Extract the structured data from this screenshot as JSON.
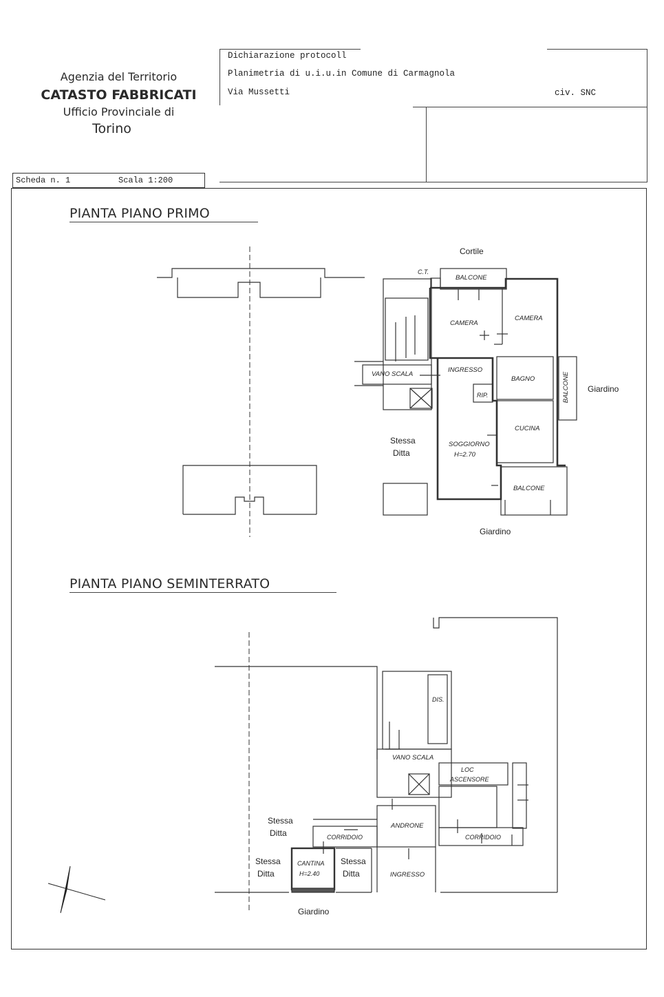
{
  "header": {
    "agency_line1": "Agenzia del Territorio",
    "agency_line2": "CATASTO FABBRICATI",
    "agency_line3": "Ufficio Provinciale di",
    "agency_line4": "Torino",
    "declaration": "Dichiarazione protocoll",
    "planimetry": "Planimetria di u.i.u.in Comune di Carmagnola",
    "street": "Via Mussetti",
    "civic": "civ. SNC",
    "sheet": "Scheda n. 1",
    "scale": "Scala 1:200"
  },
  "plans": {
    "first_floor_title": "PIANTA PIANO PRIMO",
    "basement_title": "PIANTA PIANO SEMINTERRATO"
  },
  "first_floor_labels": {
    "cortile": "Cortile",
    "ct": "C.T.",
    "balcone_top": "BALCONE",
    "camera_left": "CAMERA",
    "camera_right": "CAMERA",
    "vano_scala": "VANO SCALA",
    "ingresso": "INGRESSO",
    "bagno": "BAGNO",
    "balcone_side": "BALCONE",
    "giardino_right": "Giardino",
    "rip": "RIP.",
    "stessa": "Stessa",
    "ditta": "Ditta",
    "soggiorno": "SOGGIORNO",
    "height": "H=2.70",
    "cucina": "CUCINA",
    "balcone_bottom": "BALCONE",
    "giardino_bottom": "Giardino"
  },
  "basement_labels": {
    "dis": "DIS.",
    "vano_scala": "VANO SCALA",
    "loc": "LOC",
    "ascensore": "ASCENSORE",
    "androne": "ANDRONE",
    "stessa_1": "Stessa",
    "ditta_1": "Ditta",
    "corridoio_left": "CORRIDOIO",
    "corridoio_right": "CORRIDOIO",
    "stessa_2": "Stessa",
    "ditta_2": "Ditta",
    "cantina": "CANTINA",
    "cantina_height": "H=2.40",
    "stessa_3": "Stessa",
    "ditta_3": "Ditta",
    "ingresso": "INGRESSO",
    "giardino": "Giardino"
  }
}
